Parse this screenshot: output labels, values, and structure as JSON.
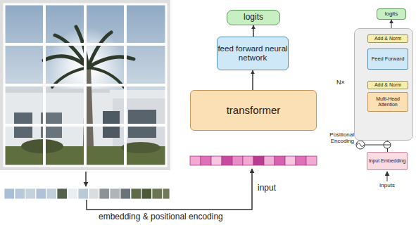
{
  "diagram": {
    "nodes": [
      {
        "text": [
          "logits"
        ]
      },
      {
        "text": [
          "feed forward neural network"
        ]
      },
      {
        "text": [
          "transformer"
        ]
      },
      {
        "text": [
          "logits"
        ]
      },
      {
        "text": [
          "N×"
        ]
      },
      {
        "text": [
          "Add & Norm"
        ],
        "in": 4
      },
      {
        "text": [
          "Feed Forward"
        ],
        "in": 4
      },
      {
        "text": [
          "Add & Norm"
        ],
        "in": 4
      },
      {
        "text": [
          "Multi-Head Attention"
        ],
        "in": 4
      },
      {
        "text": [
          "Input Embedding"
        ]
      }
    ],
    "edges": [
      {
        "from": 1,
        "to": 0,
        "arrow": "to"
      },
      {
        "from": 2,
        "to": 1,
        "arrow": "to"
      },
      {
        "from": 5,
        "to": 3,
        "arrow": "to"
      },
      {
        "from": 6,
        "to": 5,
        "arrow": "to"
      },
      {
        "from": 7,
        "to": 6,
        "arrow": "to"
      },
      {
        "from": 8,
        "to": 7,
        "arrow": "to"
      },
      {
        "from": 9,
        "to": 8,
        "arrow": "to"
      }
    ],
    "labels": [
      "input",
      "embedding & positional encoding",
      "Positional Encoding",
      "Inputs"
    ]
  }
}
